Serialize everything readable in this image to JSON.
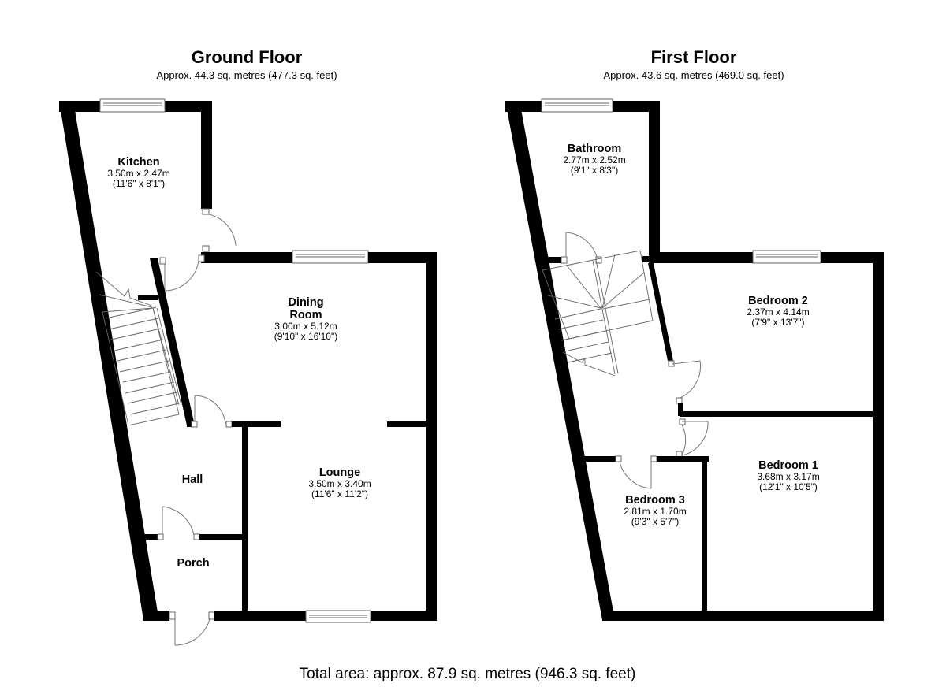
{
  "ground_floor": {
    "title": "Ground Floor",
    "area": "Approx. 44.3 sq. metres (477.3 sq. feet)",
    "rooms": {
      "kitchen": {
        "name": "Kitchen",
        "metric": "3.50m x 2.47m",
        "imperial": "(11'6\" x 8'1\")"
      },
      "dining_room": {
        "name_line1": "Dining",
        "name_line2": "Room",
        "metric": "3.00m x 5.12m",
        "imperial": "(9'10\" x 16'10\")"
      },
      "lounge": {
        "name": "Lounge",
        "metric": "3.50m x 3.40m",
        "imperial": "(11'6\" x 11'2\")"
      },
      "hall": {
        "name": "Hall"
      },
      "porch": {
        "name": "Porch"
      }
    }
  },
  "first_floor": {
    "title": "First Floor",
    "area": "Approx. 43.6 sq. metres (469.0 sq. feet)",
    "rooms": {
      "bathroom": {
        "name": "Bathroom",
        "metric": "2.77m x 2.52m",
        "imperial": "(9'1\" x 8'3\")"
      },
      "bedroom_2": {
        "name": "Bedroom 2",
        "metric": "2.37m x 4.14m",
        "imperial": "(7'9\" x 13'7\")"
      },
      "bedroom_1": {
        "name": "Bedroom 1",
        "metric": "3.68m x 3.17m",
        "imperial": "(12'1\" x 10'5\")"
      },
      "bedroom_3": {
        "name": "Bedroom 3",
        "metric": "2.81m x 1.70m",
        "imperial": "(9'3\" x 5'7\")"
      }
    }
  },
  "total_area": "Total area: approx. 87.9 sq. metres (946.3 sq. feet)",
  "colors": {
    "wall": "#000000",
    "background": "#ffffff",
    "fixture_line": "#555555"
  }
}
